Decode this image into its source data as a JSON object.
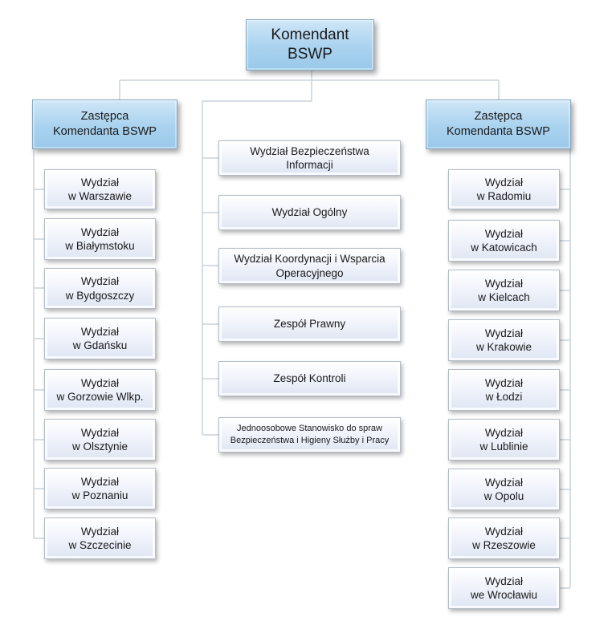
{
  "head": {
    "line1": "Komendant",
    "line2": "BSWP"
  },
  "deputies": [
    {
      "line1": "Zastępca",
      "line2": "Komendanta BSWP"
    },
    {
      "line1": "Zastępca",
      "line2": "Komendanta BSWP"
    }
  ],
  "left_units": [
    {
      "line1": "Wydział",
      "line2": "w Warszawie"
    },
    {
      "line1": "Wydział",
      "line2": "w Białymstoku"
    },
    {
      "line1": "Wydział",
      "line2": "w Bydgoszczy"
    },
    {
      "line1": "Wydział",
      "line2": "w Gdańsku"
    },
    {
      "line1": "Wydział",
      "line2": "w Gorzowie Wlkp."
    },
    {
      "line1": "Wydział",
      "line2": "w Olsztynie"
    },
    {
      "line1": "Wydział",
      "line2": "w Poznaniu"
    },
    {
      "line1": "Wydział",
      "line2": "w Szczecinie"
    }
  ],
  "center_units": [
    {
      "line1": "Wydział Bezpieczeństwa",
      "line2": "Informacji"
    },
    {
      "line1": "Wydział Ogólny",
      "line2": ""
    },
    {
      "line1": "Wydział Koordynacji i Wsparcia",
      "line2": "Operacyjnego"
    },
    {
      "line1": "Zespół Prawny",
      "line2": ""
    },
    {
      "line1": "Zespół Kontroli",
      "line2": ""
    },
    {
      "line1": "Jednoosobowe Stanowisko do spraw",
      "line2": "Bezpieczeństwa i Higieny Służby i Pracy"
    }
  ],
  "right_units": [
    {
      "line1": "Wydział",
      "line2": "w Radomiu"
    },
    {
      "line1": "Wydział",
      "line2": "w Katowicach"
    },
    {
      "line1": "Wydział",
      "line2": "w Kielcach"
    },
    {
      "line1": "Wydział",
      "line2": "w Krakowie"
    },
    {
      "line1": "Wydział",
      "line2": "w Łodzi"
    },
    {
      "line1": "Wydział",
      "line2": "w Lublinie"
    },
    {
      "line1": "Wydział",
      "line2": "w Opolu"
    },
    {
      "line1": "Wydział",
      "line2": "w Rzeszowie"
    },
    {
      "line1": "Wydział",
      "line2": "we Wrocławiu"
    }
  ]
}
